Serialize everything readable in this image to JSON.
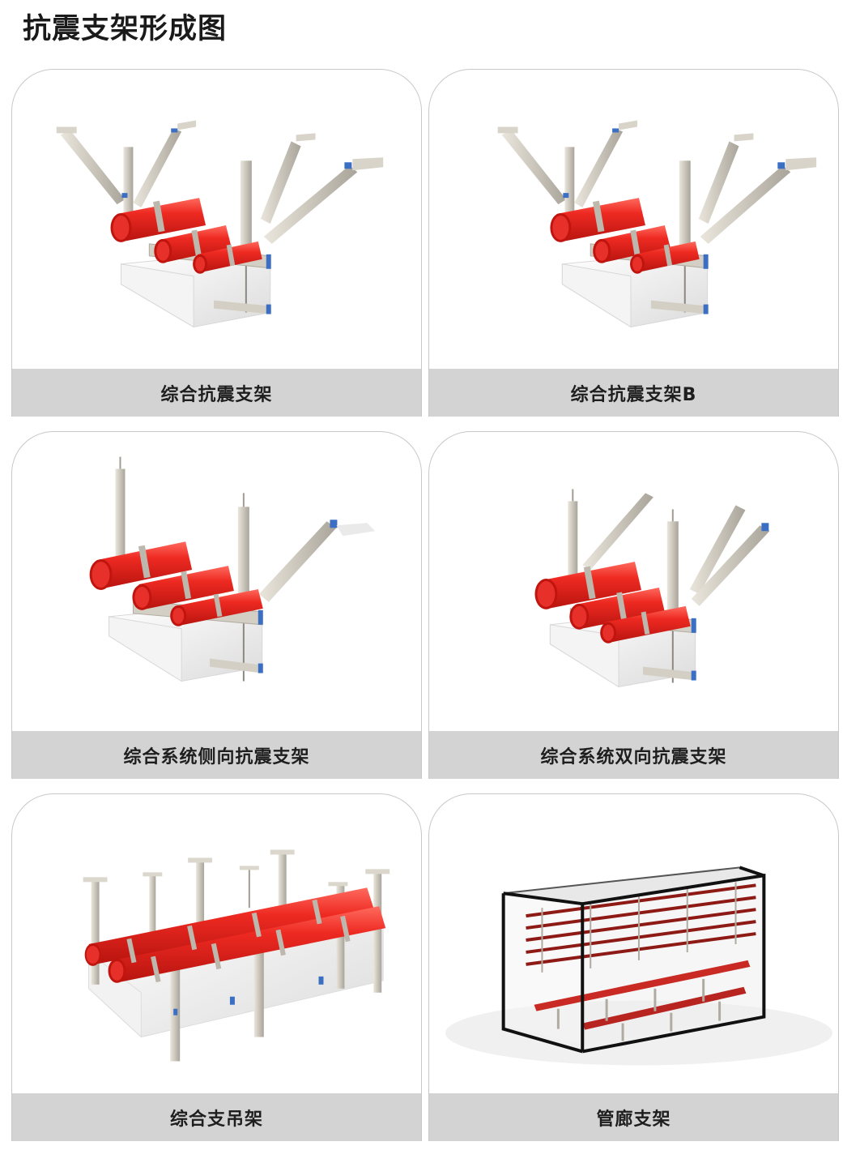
{
  "page": {
    "title": "抗震支架形成图"
  },
  "cards": [
    {
      "label": "综合抗震支架",
      "image": "seismic-bracket-illustration"
    },
    {
      "label": "综合抗震支架B",
      "image": "seismic-bracket-b-illustration"
    },
    {
      "label": "综合系统侧向抗震支架",
      "image": "lateral-seismic-bracket-illustration"
    },
    {
      "label": "综合系统双向抗震支架",
      "image": "bidirectional-seismic-bracket-illustration"
    },
    {
      "label": "综合支吊架",
      "image": "support-hanger-illustration"
    },
    {
      "label": "管廊支架",
      "image": "pipe-gallery-bracket-illustration"
    }
  ],
  "colors": {
    "pipe_red": "#e8231f",
    "steel": "#cfcac0",
    "end_cap_blue": "#3a6fc4",
    "label_bar": "#d3d3d3",
    "card_border": "#c8c8c8"
  }
}
